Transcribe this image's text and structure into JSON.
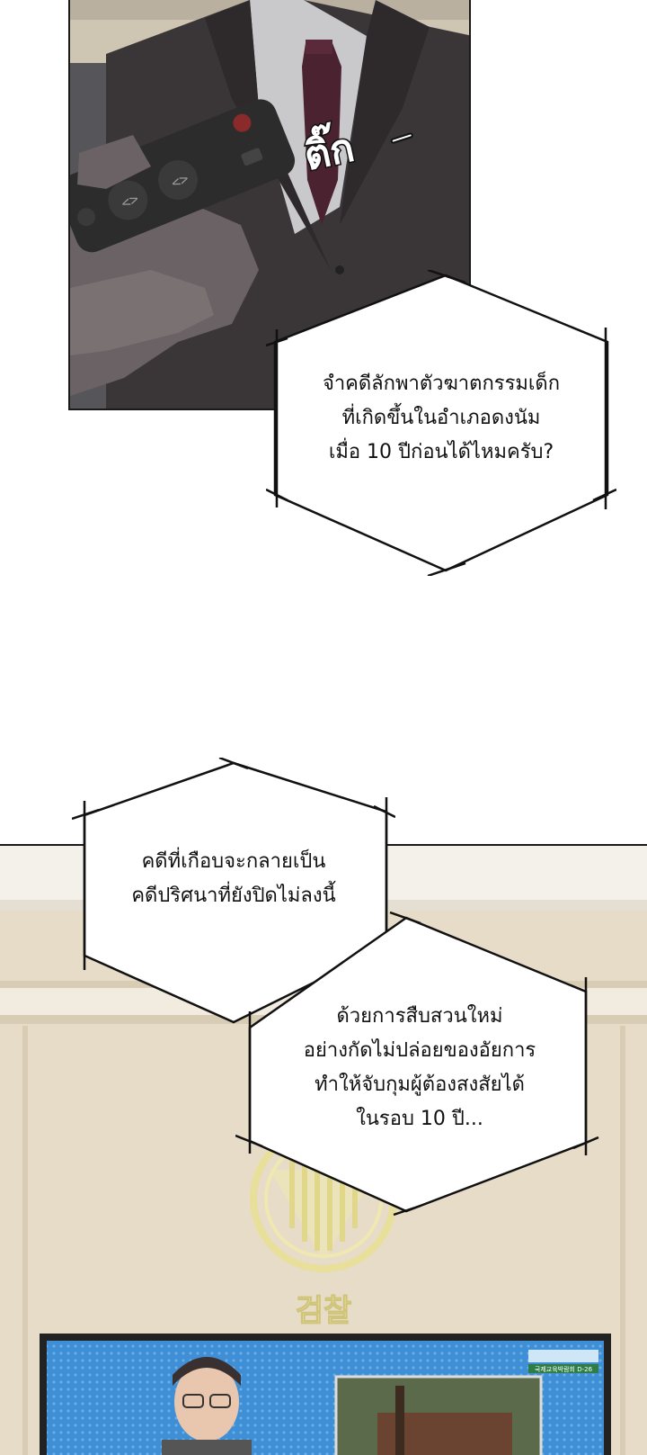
{
  "sfx": {
    "text": "ติ๊ก"
  },
  "bubbles": {
    "b1": {
      "lines": [
        "จำคดีลักพาตัวฆาตกรรมเด็ก",
        "ที่เกิดขึ้นในอำเภอดงนัม",
        "เมื่อ 10 ปีก่อนได้ไหมครับ?"
      ]
    },
    "b2": {
      "lines": [
        "คดีที่เกือบจะกลายเป็น",
        "คดีปริศนาที่ยังปิดไม่ลงนี้"
      ]
    },
    "b3": {
      "lines": [
        "ด้วยการสืบสวนใหม่",
        "อย่างกัดไม่ปล่อยของอัยการ",
        "ทำให้จับกุมผู้ต้องสงสัยได้",
        "ในรอบ 10 ปี..."
      ]
    }
  },
  "wall_sign": {
    "text": "검찰"
  },
  "tv": {
    "badge": "국제교육박람회 D-26"
  },
  "colors": {
    "suit": "#3a3638",
    "tie": "#4a2230",
    "shirt": "#c9c9cc",
    "remote": "#2c2c2c",
    "hand": "#6a6264",
    "wood": "#e7dcc8",
    "emblem": "#e7df9a",
    "tv_screen": "#3f8fd6"
  }
}
